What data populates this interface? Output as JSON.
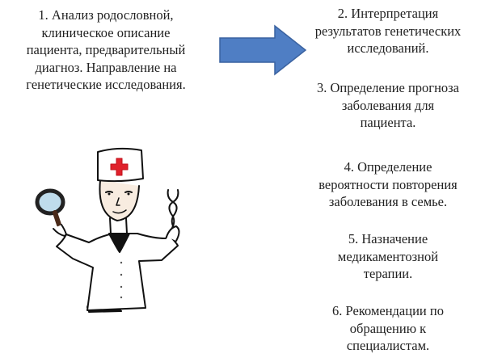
{
  "steps": [
    {
      "lines": [
        "1. Анализ родословной,",
        "клиническое описание",
        "пациента, предварительный",
        "диагноз. Направление на",
        "генетические исследования."
      ]
    },
    {
      "lines": [
        "2. Интерпретация",
        "результатов генетических",
        "исследований."
      ]
    },
    {
      "lines": [
        "3. Определение прогноза",
        "заболевания для",
        "пациента."
      ]
    },
    {
      "lines": [
        "4. Определение",
        "вероятности повторения",
        "заболевания в семье."
      ]
    },
    {
      "lines": [
        "5. Назначение",
        "медикаментозной",
        "терапии."
      ]
    },
    {
      "lines": [
        "6. Рекомендации по",
        "обращению к",
        "специалистам."
      ]
    }
  ],
  "colors": {
    "arrow": "#4f7ec4",
    "arrow_border": "#3a62a0",
    "cross": "#e0202a"
  }
}
